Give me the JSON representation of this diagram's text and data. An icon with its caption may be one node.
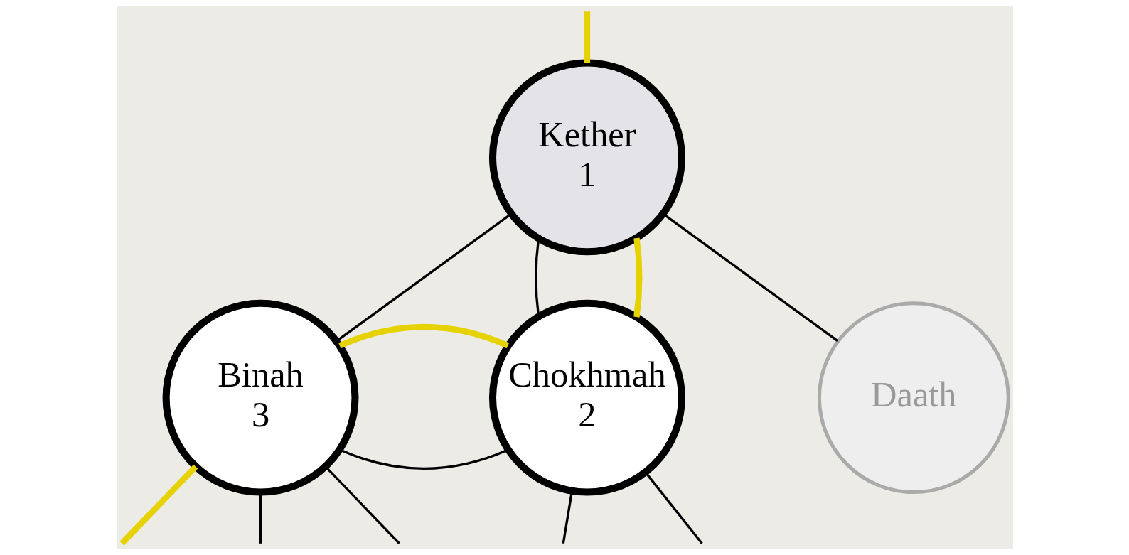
{
  "diagram": {
    "nodes": [
      {
        "text": [
          "Kether",
          "1"
        ]
      },
      {
        "text": [
          "Binah",
          "3"
        ]
      },
      {
        "text": [
          "Chokhmah",
          "2"
        ]
      },
      {
        "text": [
          "Daath"
        ]
      }
    ],
    "edges": [
      {
        "from": null,
        "to": 0,
        "arrow": "none",
        "style": "thick",
        "color": "#e6d200"
      },
      {
        "from": 0,
        "to": 1,
        "arrow": "none"
      },
      {
        "from": 0,
        "to": 2,
        "arrow": "none"
      },
      {
        "from": 0,
        "to": 2,
        "arrow": "none",
        "style": "thick",
        "color": "#e6d200"
      },
      {
        "from": 1,
        "to": 2,
        "arrow": "none"
      },
      {
        "from": 2,
        "to": 1,
        "arrow": "none",
        "style": "thick",
        "color": "#e6d200"
      },
      {
        "from": 0,
        "to": 3,
        "arrow": "none"
      },
      {
        "from": 1,
        "to": null,
        "arrow": "none",
        "style": "thick",
        "color": "#e6d200"
      },
      {
        "from": 1,
        "to": null,
        "arrow": "none"
      },
      {
        "from": 1,
        "to": null,
        "arrow": "none"
      },
      {
        "from": 2,
        "to": null,
        "arrow": "none"
      },
      {
        "from": 2,
        "to": null,
        "arrow": "none"
      }
    ]
  }
}
